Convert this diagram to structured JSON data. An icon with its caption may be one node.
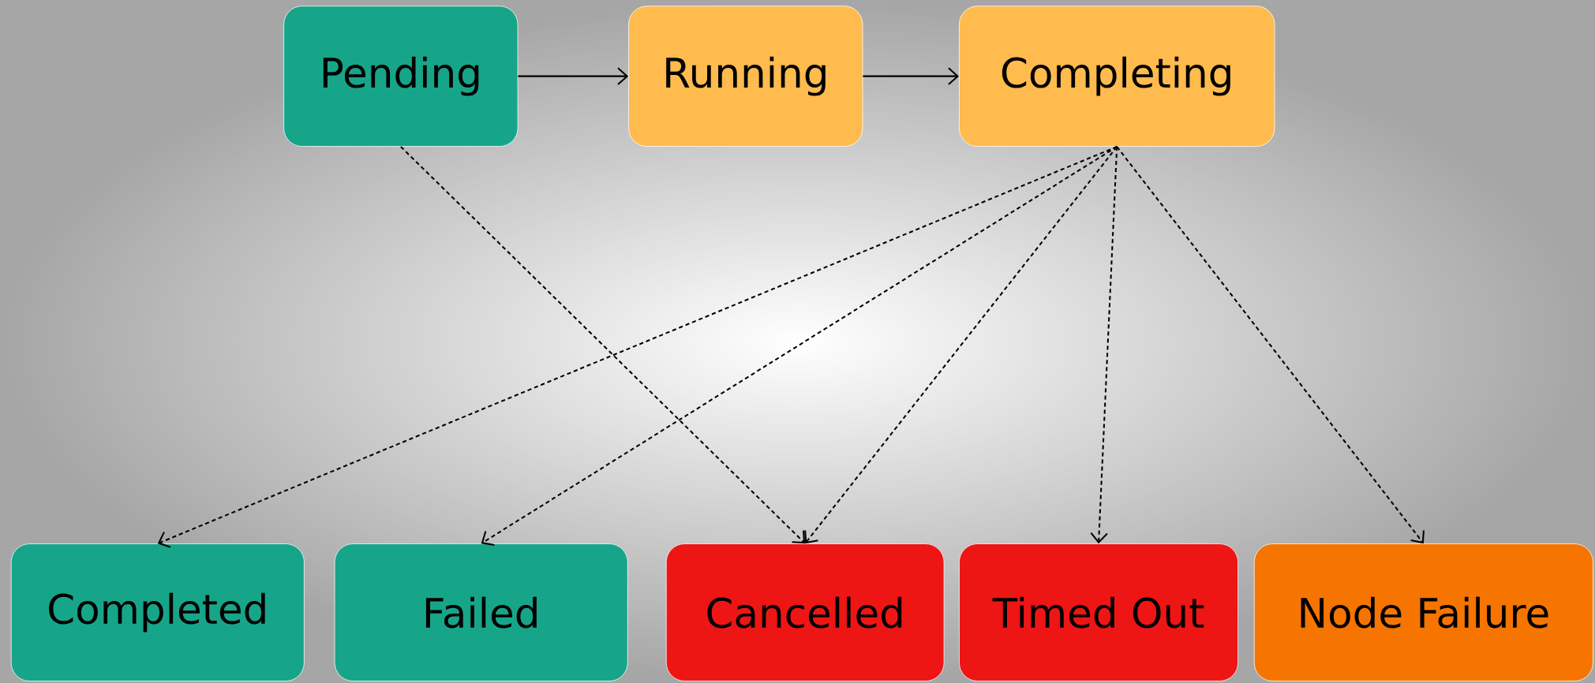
{
  "diagram": {
    "nodes": [
      {
        "text": [
          "Pending"
        ]
      },
      {
        "text": [
          "Running"
        ]
      },
      {
        "text": [
          "Completing"
        ]
      },
      {
        "text": [
          "Completed"
        ]
      },
      {
        "text": [
          "Failed"
        ]
      },
      {
        "text": [
          "Cancelled"
        ]
      },
      {
        "text": [
          "Timed Out"
        ]
      },
      {
        "text": [
          "Node Failure"
        ]
      }
    ],
    "edges": [
      {
        "from": 0,
        "to": 1,
        "arrow": "to"
      },
      {
        "from": 1,
        "to": 2,
        "arrow": "to"
      },
      {
        "from": 0,
        "to": 5,
        "arrow": "to",
        "style": "dashed"
      },
      {
        "from": 2,
        "to": 3,
        "arrow": "to",
        "style": "dashed"
      },
      {
        "from": 2,
        "to": 4,
        "arrow": "to",
        "style": "dashed"
      },
      {
        "from": 2,
        "to": 5,
        "arrow": "to",
        "style": "dashed"
      },
      {
        "from": 2,
        "to": 6,
        "arrow": "to",
        "style": "dashed"
      },
      {
        "from": 2,
        "to": 7,
        "arrow": "to",
        "style": "dashed"
      }
    ]
  }
}
